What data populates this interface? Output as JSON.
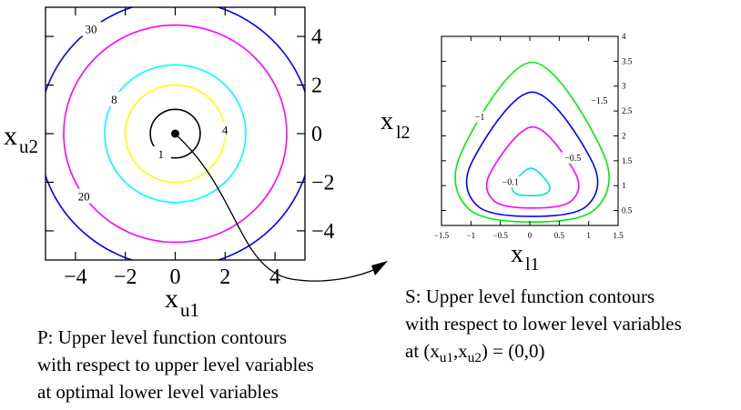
{
  "chart_data": [
    {
      "type": "contour",
      "title": "",
      "xlabel": {
        "base": "x",
        "sub": "u1"
      },
      "ylabel": {
        "base": "x",
        "sub": "u2"
      },
      "xlim": [
        -5.2,
        5.2
      ],
      "ylim": [
        -5.2,
        5.2
      ],
      "xticks": [
        "−4",
        "−2",
        "0",
        "2",
        "4"
      ],
      "xtick_values": [
        -4,
        -2,
        0,
        2,
        4
      ],
      "yticks": [
        "4",
        "2",
        "0",
        "−2",
        "−4"
      ],
      "ytick_values": [
        4,
        2,
        0,
        -2,
        -4
      ],
      "grid": false,
      "contours": [
        {
          "level": "1",
          "radius": 1.0,
          "color": "#000000"
        },
        {
          "level": "4",
          "radius": 2.0,
          "color": "#ffff00"
        },
        {
          "level": "8",
          "radius": 2.83,
          "color": "#00ffff"
        },
        {
          "level": "20",
          "radius": 4.47,
          "color": "#ff00ff"
        },
        {
          "level": "30",
          "radius": 5.48,
          "color": "#0000ff"
        }
      ],
      "optimum_marker": {
        "x": 0,
        "y": 0
      },
      "caption": [
        "P: Upper level function contours",
        "with respect to upper level variables",
        "at optimal lower level variables"
      ]
    },
    {
      "type": "contour",
      "title": "",
      "xlabel": {
        "base": "x",
        "sub": "l1"
      },
      "ylabel": {
        "base": "x",
        "sub": "l2"
      },
      "xlim": [
        -1.5,
        1.5
      ],
      "ylim": [
        0.2,
        4.0
      ],
      "xticks": [
        "−1.5",
        "−1",
        "−0.5",
        "0",
        "0.5",
        "1",
        "1.5"
      ],
      "xtick_values": [
        -1.5,
        -1,
        -0.5,
        0,
        0.5,
        1,
        1.5
      ],
      "yticks": [
        "4",
        "3.5",
        "3",
        "2.5",
        "2",
        "1.5",
        "1",
        "0.5"
      ],
      "ytick_values": [
        4,
        3.5,
        3,
        2.5,
        2,
        1.5,
        1,
        0.5
      ],
      "grid": false,
      "contours": [
        {
          "level": "−0.1",
          "color": "#00e0e0",
          "bottom": 0.8,
          "top": 1.35,
          "left": -0.28,
          "right": 0.32
        },
        {
          "level": "−0.5",
          "color": "#ff00ff",
          "bottom": 0.55,
          "top": 2.18,
          "left": -0.68,
          "right": 0.78
        },
        {
          "level": "−1",
          "color": "#0000ff",
          "bottom": 0.38,
          "top": 2.88,
          "left": -1.0,
          "right": 1.08
        },
        {
          "level": "−1.5",
          "color": "#00ee00",
          "bottom": 0.27,
          "top": 3.48,
          "left": -1.18,
          "right": 1.26
        }
      ],
      "caption": [
        "S: Upper level function contours",
        "with respect to lower level variables",
        "at (x",
        "u1",
        ",x",
        "u2",
        ") = (0,0)"
      ]
    }
  ],
  "colors": {
    "axes": "#000000",
    "arrow": "#000000",
    "background": "#ffffff"
  }
}
